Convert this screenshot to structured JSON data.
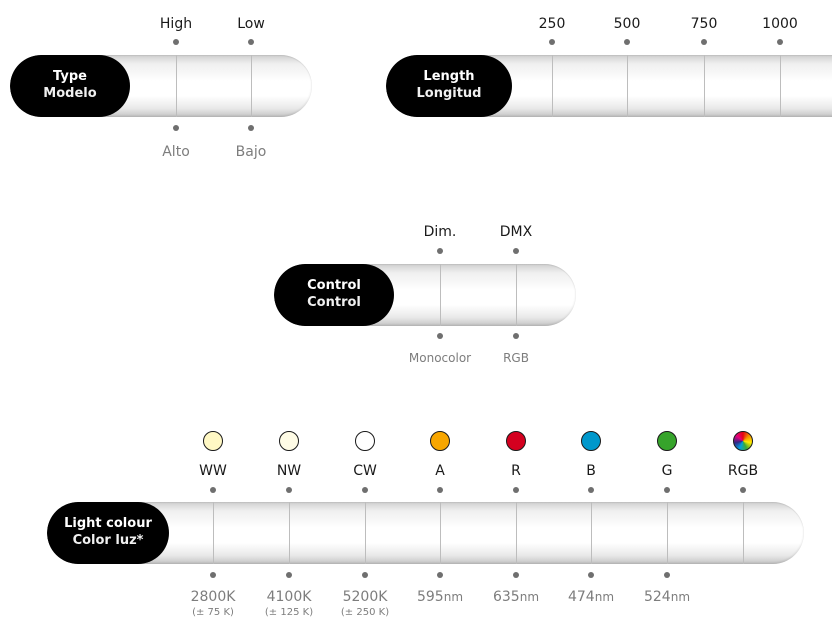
{
  "type_block": {
    "title_en": "Type",
    "title_es": "Modelo",
    "top_labels": [
      "High",
      "Low"
    ],
    "bottom_labels": [
      "Alto",
      "Bajo"
    ]
  },
  "length_block": {
    "title_en": "Length",
    "title_es": "Longitud",
    "top_labels": [
      "250",
      "500",
      "750",
      "1000"
    ]
  },
  "control_block": {
    "title_en": "Control",
    "title_es": "Control",
    "top_labels": [
      "Dim.",
      "DMX"
    ],
    "bottom_labels": [
      "Monocolor",
      "RGB"
    ]
  },
  "colour_block": {
    "title_en": "Light colour",
    "title_es": "Color luz*",
    "top_labels": [
      "WW",
      "NW",
      "CW",
      "A",
      "R",
      "B",
      "G",
      "RGB"
    ],
    "swatch_colors": [
      "#fff8c4",
      "#fffce6",
      "#ffffff",
      "#f7a600",
      "#d4001f",
      "#0098cc",
      "#36a42b",
      "conic-gradient(#e30613, #f39200, #ffed00, #3aaa35, #009fe3, #312783, #e6007e, #e30613)"
    ],
    "bottom_values": [
      "2800K",
      "4100K",
      "5200K",
      "595",
      "635",
      "474",
      "524"
    ],
    "bottom_units": [
      "",
      "",
      "",
      "nm",
      "nm",
      "nm",
      "nm"
    ],
    "tolerances": [
      "(± 75 K)",
      "(± 125 K)",
      "(± 250 K)"
    ]
  }
}
